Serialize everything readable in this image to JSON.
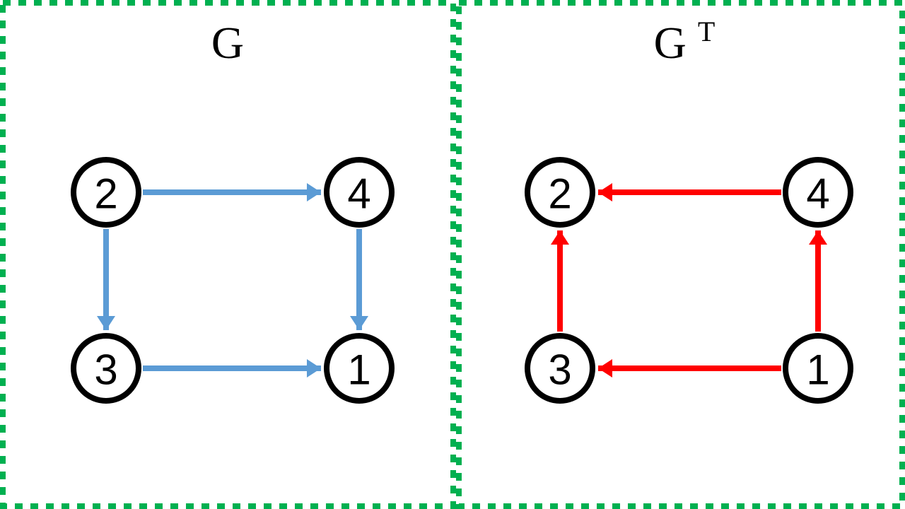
{
  "figure": {
    "background": "#ffffff",
    "border_color": "#00B050",
    "node_stroke_color": "#000000",
    "description": "Directed graph G and its transpose G^T"
  },
  "left_panel": {
    "title": "G",
    "edge_color": "#5B9BD5",
    "nodes": [
      {
        "label": "2",
        "position": "top-left"
      },
      {
        "label": "4",
        "position": "top-right"
      },
      {
        "label": "3",
        "position": "bottom-left"
      },
      {
        "label": "1",
        "position": "bottom-right"
      }
    ],
    "edges": [
      {
        "from": "2",
        "to": "4"
      },
      {
        "from": "2",
        "to": "3"
      },
      {
        "from": "4",
        "to": "1"
      },
      {
        "from": "3",
        "to": "1"
      }
    ]
  },
  "right_panel": {
    "title_base": "G",
    "title_sup": "T",
    "edge_color": "#FF0000",
    "nodes": [
      {
        "label": "2",
        "position": "top-left"
      },
      {
        "label": "4",
        "position": "top-right"
      },
      {
        "label": "3",
        "position": "bottom-left"
      },
      {
        "label": "1",
        "position": "bottom-right"
      }
    ],
    "edges": [
      {
        "from": "4",
        "to": "2"
      },
      {
        "from": "3",
        "to": "2"
      },
      {
        "from": "1",
        "to": "4"
      },
      {
        "from": "1",
        "to": "3"
      }
    ]
  }
}
